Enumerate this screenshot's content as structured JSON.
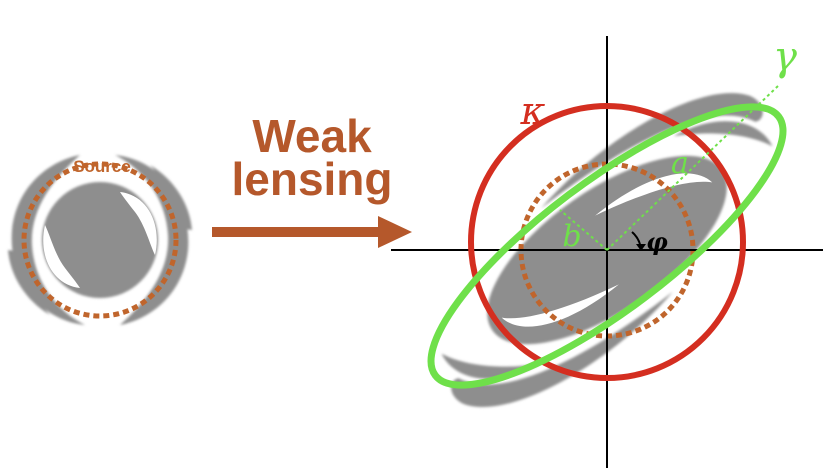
{
  "source": {
    "label": "Source"
  },
  "arrow": {
    "line1": "Weak",
    "line2": "lensing"
  },
  "symbols": {
    "kappa": "κ",
    "gamma": "γ",
    "a": "a",
    "b": "b",
    "phi": "φ"
  },
  "colors": {
    "galaxy": "#8e8e8e",
    "source_accent": "#c0652c",
    "arrow": "#b5582b",
    "kappa": "#d42e20",
    "gamma": "#6fe04a",
    "axes": "#000000"
  }
}
